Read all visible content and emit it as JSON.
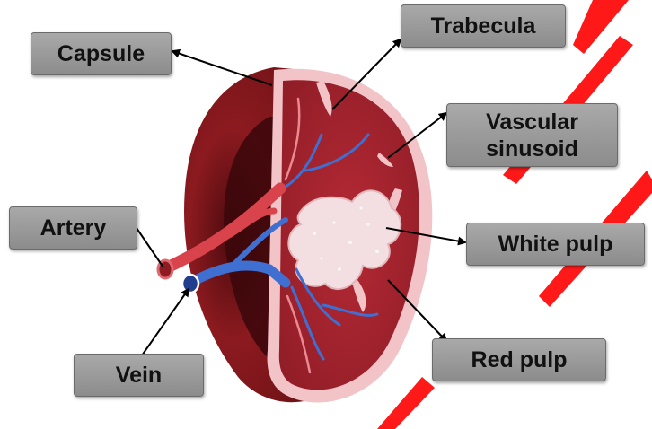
{
  "labels": {
    "capsule": "Capsule",
    "trabecula": "Trabecula",
    "vascular_sinusoid": "Vascular\nsinusoid",
    "artery": "Artery",
    "white_pulp": "White pulp",
    "red_pulp": "Red pulp",
    "vein": "Vein"
  },
  "colors": {
    "label_bg": "#9a9a9a",
    "organ_outer": "#8b1a1f",
    "organ_cut_surface": "#a3222d",
    "capsule_rim": "#f2c4c8",
    "artery": "#d9434b",
    "vein": "#3f6fd1",
    "white_pulp": "#f3dfe1",
    "watermark": "#ff0000"
  }
}
